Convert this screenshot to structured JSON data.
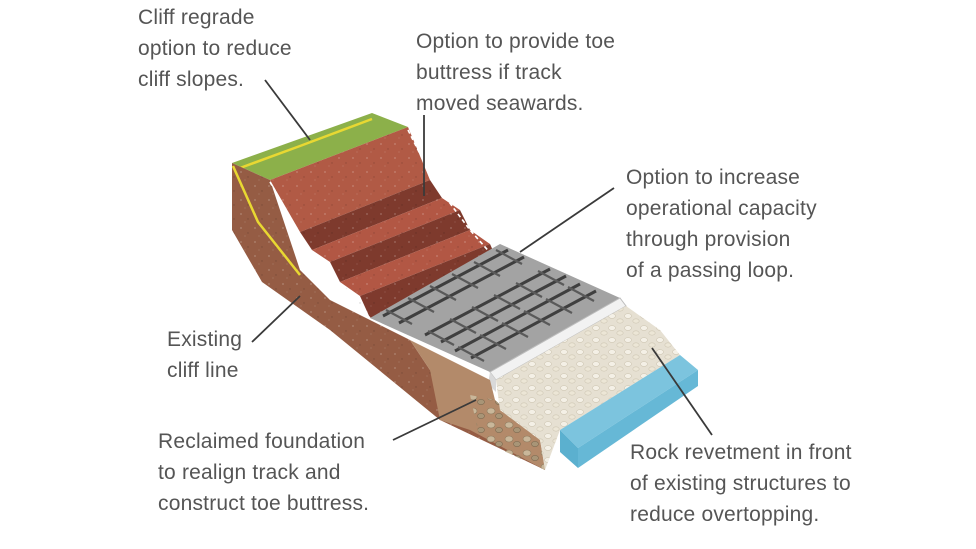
{
  "labels": {
    "cliff_regrade": "Cliff regrade\noption to reduce\ncliff slopes.",
    "toe_buttress": "Option to provide toe\nbuttress if track\nmoved seawards.",
    "passing_loop": "Option to increase\noperational capacity\nthrough provision\nof a passing loop.",
    "existing_cliff": "Existing\ncliff line",
    "reclaimed_foundation": "Reclaimed foundation\nto realign track and\nconstruct toe buttress.",
    "rock_revetment": "Rock revetment in front\nof existing structures to\nreduce overtopping."
  },
  "colors": {
    "grass": "#8cb04a",
    "cliff_face": "#b15a45",
    "earth_side": "#955c44",
    "foundation": "#b38a6a",
    "track_bed": "#a3a3a3",
    "rail": "#4a4a4a",
    "revetment": "#e6e0d2",
    "sea": "#7cc4de",
    "regrade_line": "#e8d832",
    "text": "#555555"
  }
}
